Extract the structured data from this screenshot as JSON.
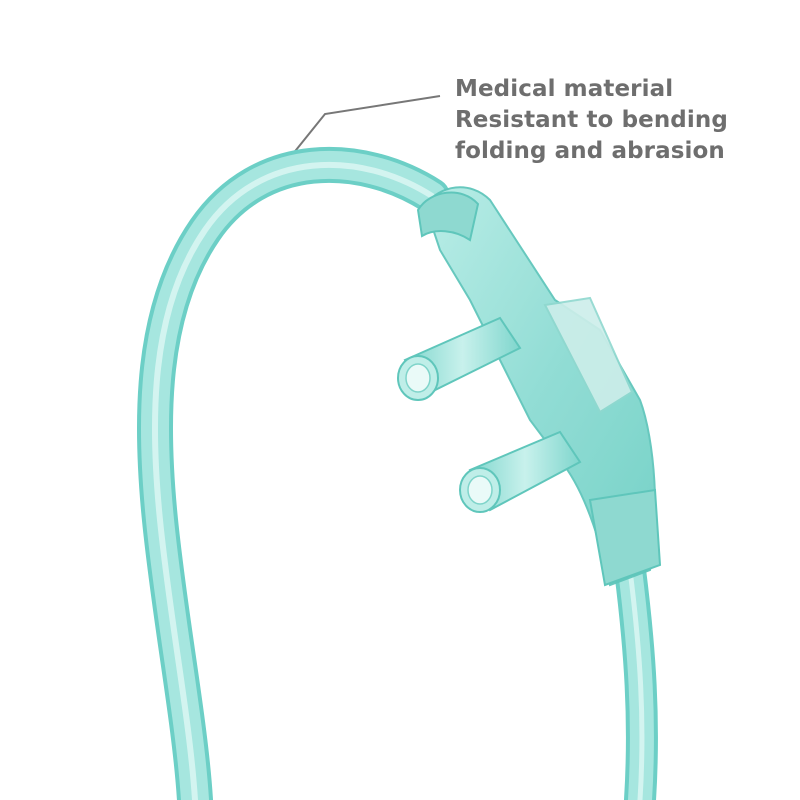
{
  "callout": {
    "lines": [
      "Medical material",
      "Resistant to bending",
      "folding and abrasion"
    ]
  },
  "colors": {
    "background": "#ffffff",
    "tube": "#9fe3dc",
    "tube_edge": "#6ccfc6",
    "text": "#6e6e6e",
    "leader_line": "#777777"
  }
}
